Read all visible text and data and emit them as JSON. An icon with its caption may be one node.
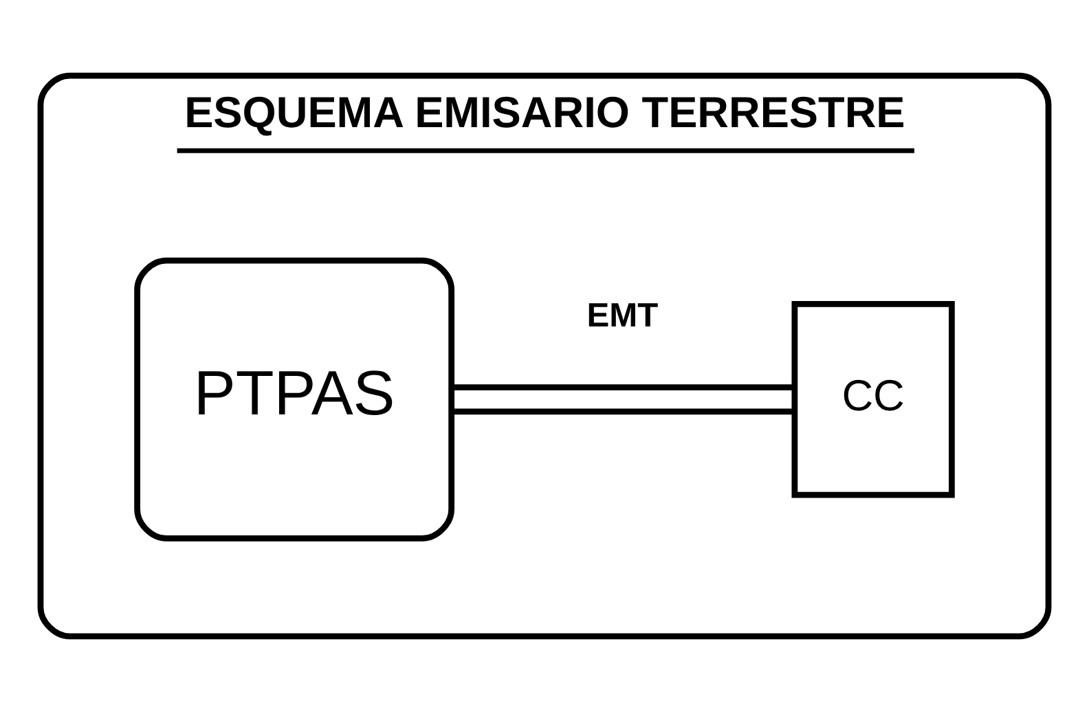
{
  "diagram": {
    "nodes": [
      {
        "text": [
          "ESQUEMA EMISARIO TERRESTRE"
        ]
      },
      {
        "text": [
          "PTPAS"
        ],
        "in": 0
      },
      {
        "text": [
          "CC"
        ],
        "in": 0
      }
    ],
    "edges": [
      {
        "from": 1,
        "to": 2,
        "arrow": "none",
        "label": "EMT"
      }
    ]
  }
}
